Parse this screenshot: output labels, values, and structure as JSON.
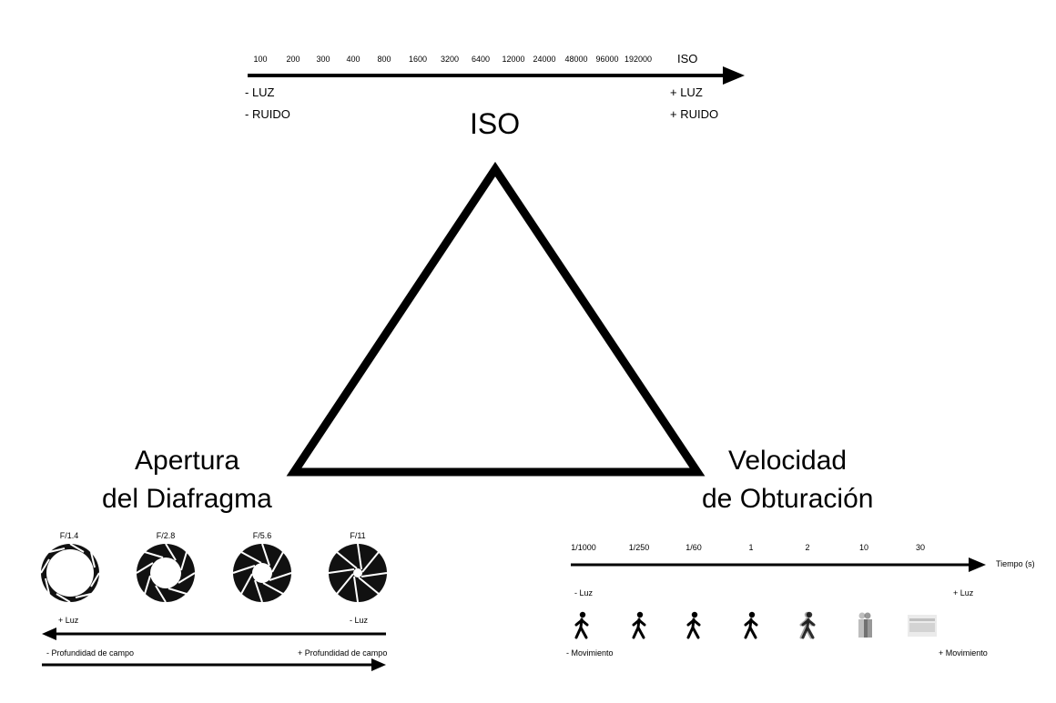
{
  "iso_scale": {
    "values": [
      "100",
      "200",
      "300",
      "400",
      "800",
      "1600",
      "3200",
      "6400",
      "12000",
      "24000",
      "48000",
      "96000",
      "192000"
    ],
    "axis_label": "ISO",
    "left_notes": [
      "- LUZ",
      "- RUIDO"
    ],
    "right_notes": [
      "+ LUZ",
      "+ RUIDO"
    ]
  },
  "triangle": {
    "top_label": "ISO",
    "left_label": [
      "Apertura",
      "del Diafragma"
    ],
    "right_label": [
      "Velocidad",
      "de Obturación"
    ]
  },
  "aperture": {
    "stops": [
      "F/1.4",
      "F/2.8",
      "F/5.6",
      "F/11"
    ],
    "arrow1_left": "+ Luz",
    "arrow1_right": "- Luz",
    "arrow2_left": "- Profundidad de campo",
    "arrow2_right": "+ Profundidad de campo"
  },
  "shutter": {
    "speeds": [
      "1/1000",
      "1/250",
      "1/60",
      "1",
      "2",
      "10",
      "30"
    ],
    "axis_label": "Tiempo (s)",
    "light_left": "- Luz",
    "light_right": "+ Luz",
    "motion_left": "- Movimiento",
    "motion_right": "+ Movimiento",
    "figure_icons": [
      "walking-person-icon",
      "walking-person-icon",
      "walking-person-icon",
      "walking-person-icon",
      "walking-person-icon",
      "blurred-person-icon",
      "blurred-person-icon"
    ]
  }
}
